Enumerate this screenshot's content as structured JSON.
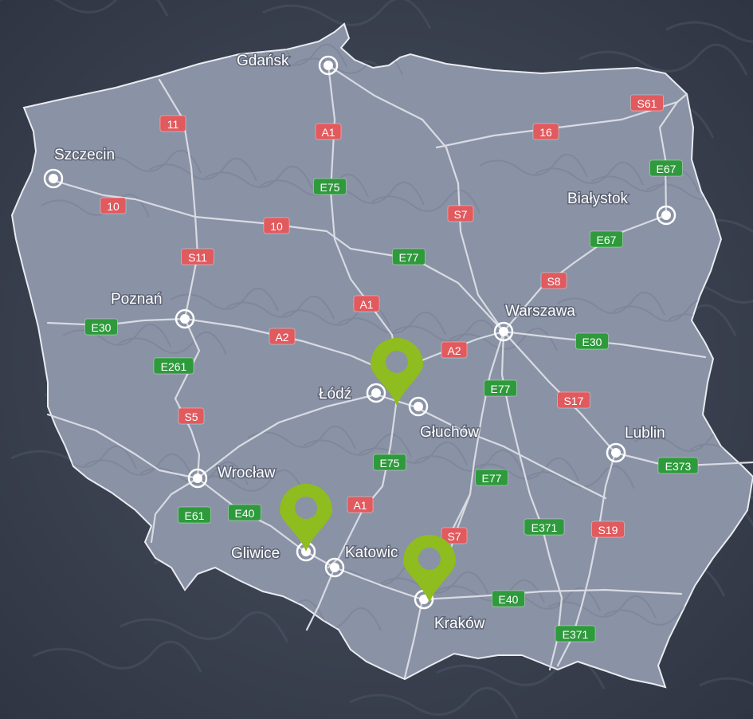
{
  "map": {
    "country": "Poland",
    "colors": {
      "background": "#363d4c",
      "country_fill": "#8a92a5",
      "road": "#d8dbe2",
      "national_road_badge": "#e05a5e",
      "european_road_badge": "#2e9a3c",
      "pin": "#8fbc1e"
    },
    "cities": [
      {
        "id": "gdansk",
        "name": "Gdańsk"
      },
      {
        "id": "szczecin",
        "name": "Szczecin"
      },
      {
        "id": "bialystok",
        "name": "Białystok"
      },
      {
        "id": "poznan",
        "name": "Poznań"
      },
      {
        "id": "warszawa",
        "name": "Warszawa"
      },
      {
        "id": "lodz",
        "name": "Łódź"
      },
      {
        "id": "gluchow",
        "name": "Głuchów"
      },
      {
        "id": "lublin",
        "name": "Lublin"
      },
      {
        "id": "wroclaw",
        "name": "Wrocław"
      },
      {
        "id": "gliwice",
        "name": "Gliwice"
      },
      {
        "id": "katowice",
        "name": "Katowic"
      },
      {
        "id": "krakow",
        "name": "Kraków"
      }
    ],
    "road_badges": [
      {
        "label": "11",
        "kind": "national"
      },
      {
        "label": "A1",
        "kind": "national"
      },
      {
        "label": "S61",
        "kind": "national"
      },
      {
        "label": "16",
        "kind": "national"
      },
      {
        "label": "E67",
        "kind": "european"
      },
      {
        "label": "E75",
        "kind": "european"
      },
      {
        "label": "10",
        "kind": "national"
      },
      {
        "label": "S7",
        "kind": "national"
      },
      {
        "label": "10",
        "kind": "national"
      },
      {
        "label": "E67",
        "kind": "european"
      },
      {
        "label": "S11",
        "kind": "national"
      },
      {
        "label": "E77",
        "kind": "european"
      },
      {
        "label": "S8",
        "kind": "national"
      },
      {
        "label": "A1",
        "kind": "national"
      },
      {
        "label": "E30",
        "kind": "european"
      },
      {
        "label": "A2",
        "kind": "national"
      },
      {
        "label": "A2",
        "kind": "national"
      },
      {
        "label": "E30",
        "kind": "european"
      },
      {
        "label": "E261",
        "kind": "european"
      },
      {
        "label": "E77",
        "kind": "european"
      },
      {
        "label": "S17",
        "kind": "national"
      },
      {
        "label": "S5",
        "kind": "national"
      },
      {
        "label": "E75",
        "kind": "european"
      },
      {
        "label": "E373",
        "kind": "european"
      },
      {
        "label": "E77",
        "kind": "european"
      },
      {
        "label": "E40",
        "kind": "european"
      },
      {
        "label": "A1",
        "kind": "national"
      },
      {
        "label": "E61",
        "kind": "european"
      },
      {
        "label": "E371",
        "kind": "european"
      },
      {
        "label": "S19",
        "kind": "national"
      },
      {
        "label": "S7",
        "kind": "national"
      },
      {
        "label": "E40",
        "kind": "european"
      },
      {
        "label": "E371",
        "kind": "european"
      }
    ],
    "pins": [
      {
        "near": "Łódź"
      },
      {
        "near": "Gliwice"
      },
      {
        "near": "Kraków"
      }
    ]
  }
}
